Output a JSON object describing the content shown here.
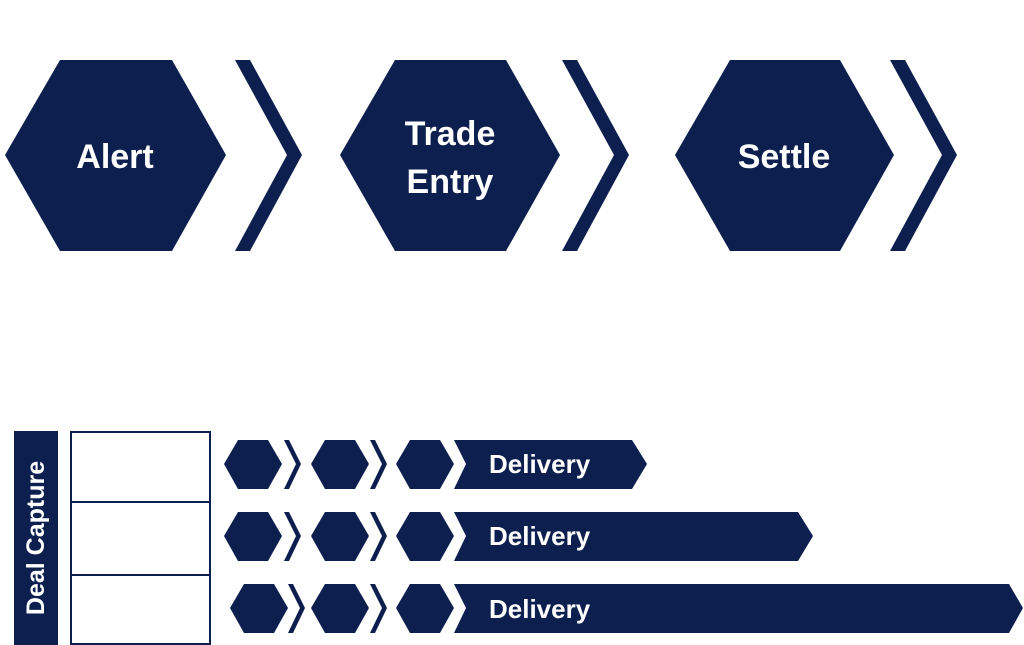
{
  "colors": {
    "navy": "#0c1f4f",
    "white": "#ffffff"
  },
  "process_steps": [
    {
      "lines": [
        "Alert"
      ]
    },
    {
      "lines": [
        "Trade",
        "Entry"
      ]
    },
    {
      "lines": [
        "Settle"
      ]
    }
  ],
  "capture": {
    "title": "Deal Capture",
    "rows": [
      {
        "delivery_label": "Delivery"
      },
      {
        "delivery_label": "Delivery"
      },
      {
        "delivery_label": "Delivery"
      }
    ]
  }
}
